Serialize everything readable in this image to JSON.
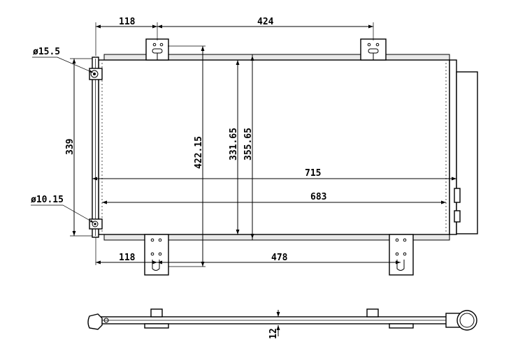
{
  "dimensions": {
    "top_left_offset": "118",
    "top_span": "424",
    "bottom_left_offset": "118",
    "bottom_span": "478",
    "height_left": "339",
    "height_422": "422.15",
    "height_331": "331.65",
    "height_355": "355.65",
    "width_715": "715",
    "width_683": "683",
    "hole_top": "ø15.5",
    "hole_bottom": "ø10.15",
    "thickness": "12"
  },
  "colors": {
    "line": "#000000",
    "background": "#ffffff",
    "fill_grey": "#e9e9e9"
  }
}
